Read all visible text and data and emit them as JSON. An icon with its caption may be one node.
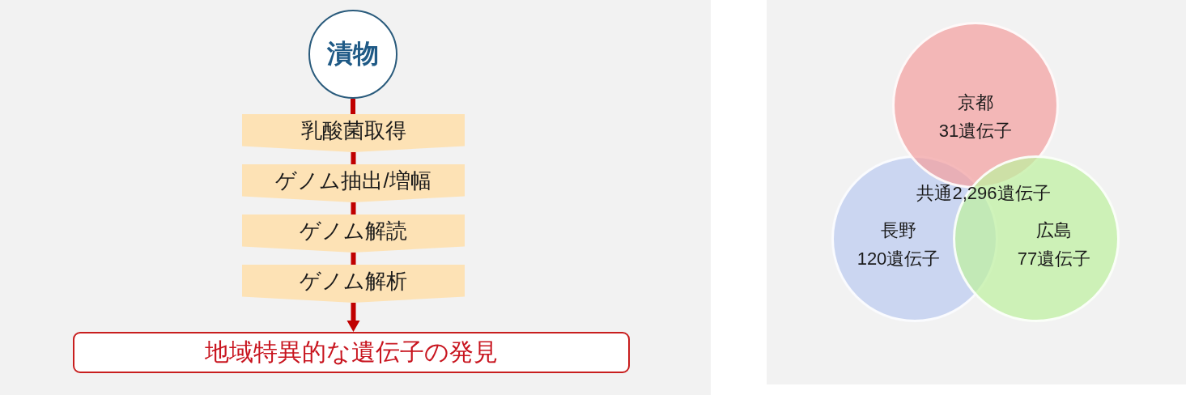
{
  "diagram": {
    "nodes": [
      {
        "text": [
          "漬物"
        ]
      },
      {
        "text": [
          "乳酸菌取得"
        ]
      },
      {
        "text": [
          "ゲノム抽出/増幅"
        ]
      },
      {
        "text": [
          "ゲノム解読"
        ]
      },
      {
        "text": [
          "ゲノム解析"
        ]
      },
      {
        "text": [
          "地域特異的な遺伝子の発見"
        ]
      },
      {
        "text": [
          "京都",
          "31遺伝子"
        ]
      },
      {
        "text": [
          "長野",
          "120遺伝子"
        ]
      },
      {
        "text": [
          "広島",
          "77遺伝子"
        ]
      }
    ],
    "edges": [
      {
        "from": 0,
        "to": 1,
        "arrow": "none"
      },
      {
        "from": 1,
        "to": 2,
        "arrow": "none"
      },
      {
        "from": 2,
        "to": 3,
        "arrow": "none"
      },
      {
        "from": 3,
        "to": 4,
        "arrow": "none"
      },
      {
        "from": 4,
        "to": 5,
        "arrow": "to"
      }
    ],
    "labels": [
      "共通2,296遺伝子"
    ]
  }
}
